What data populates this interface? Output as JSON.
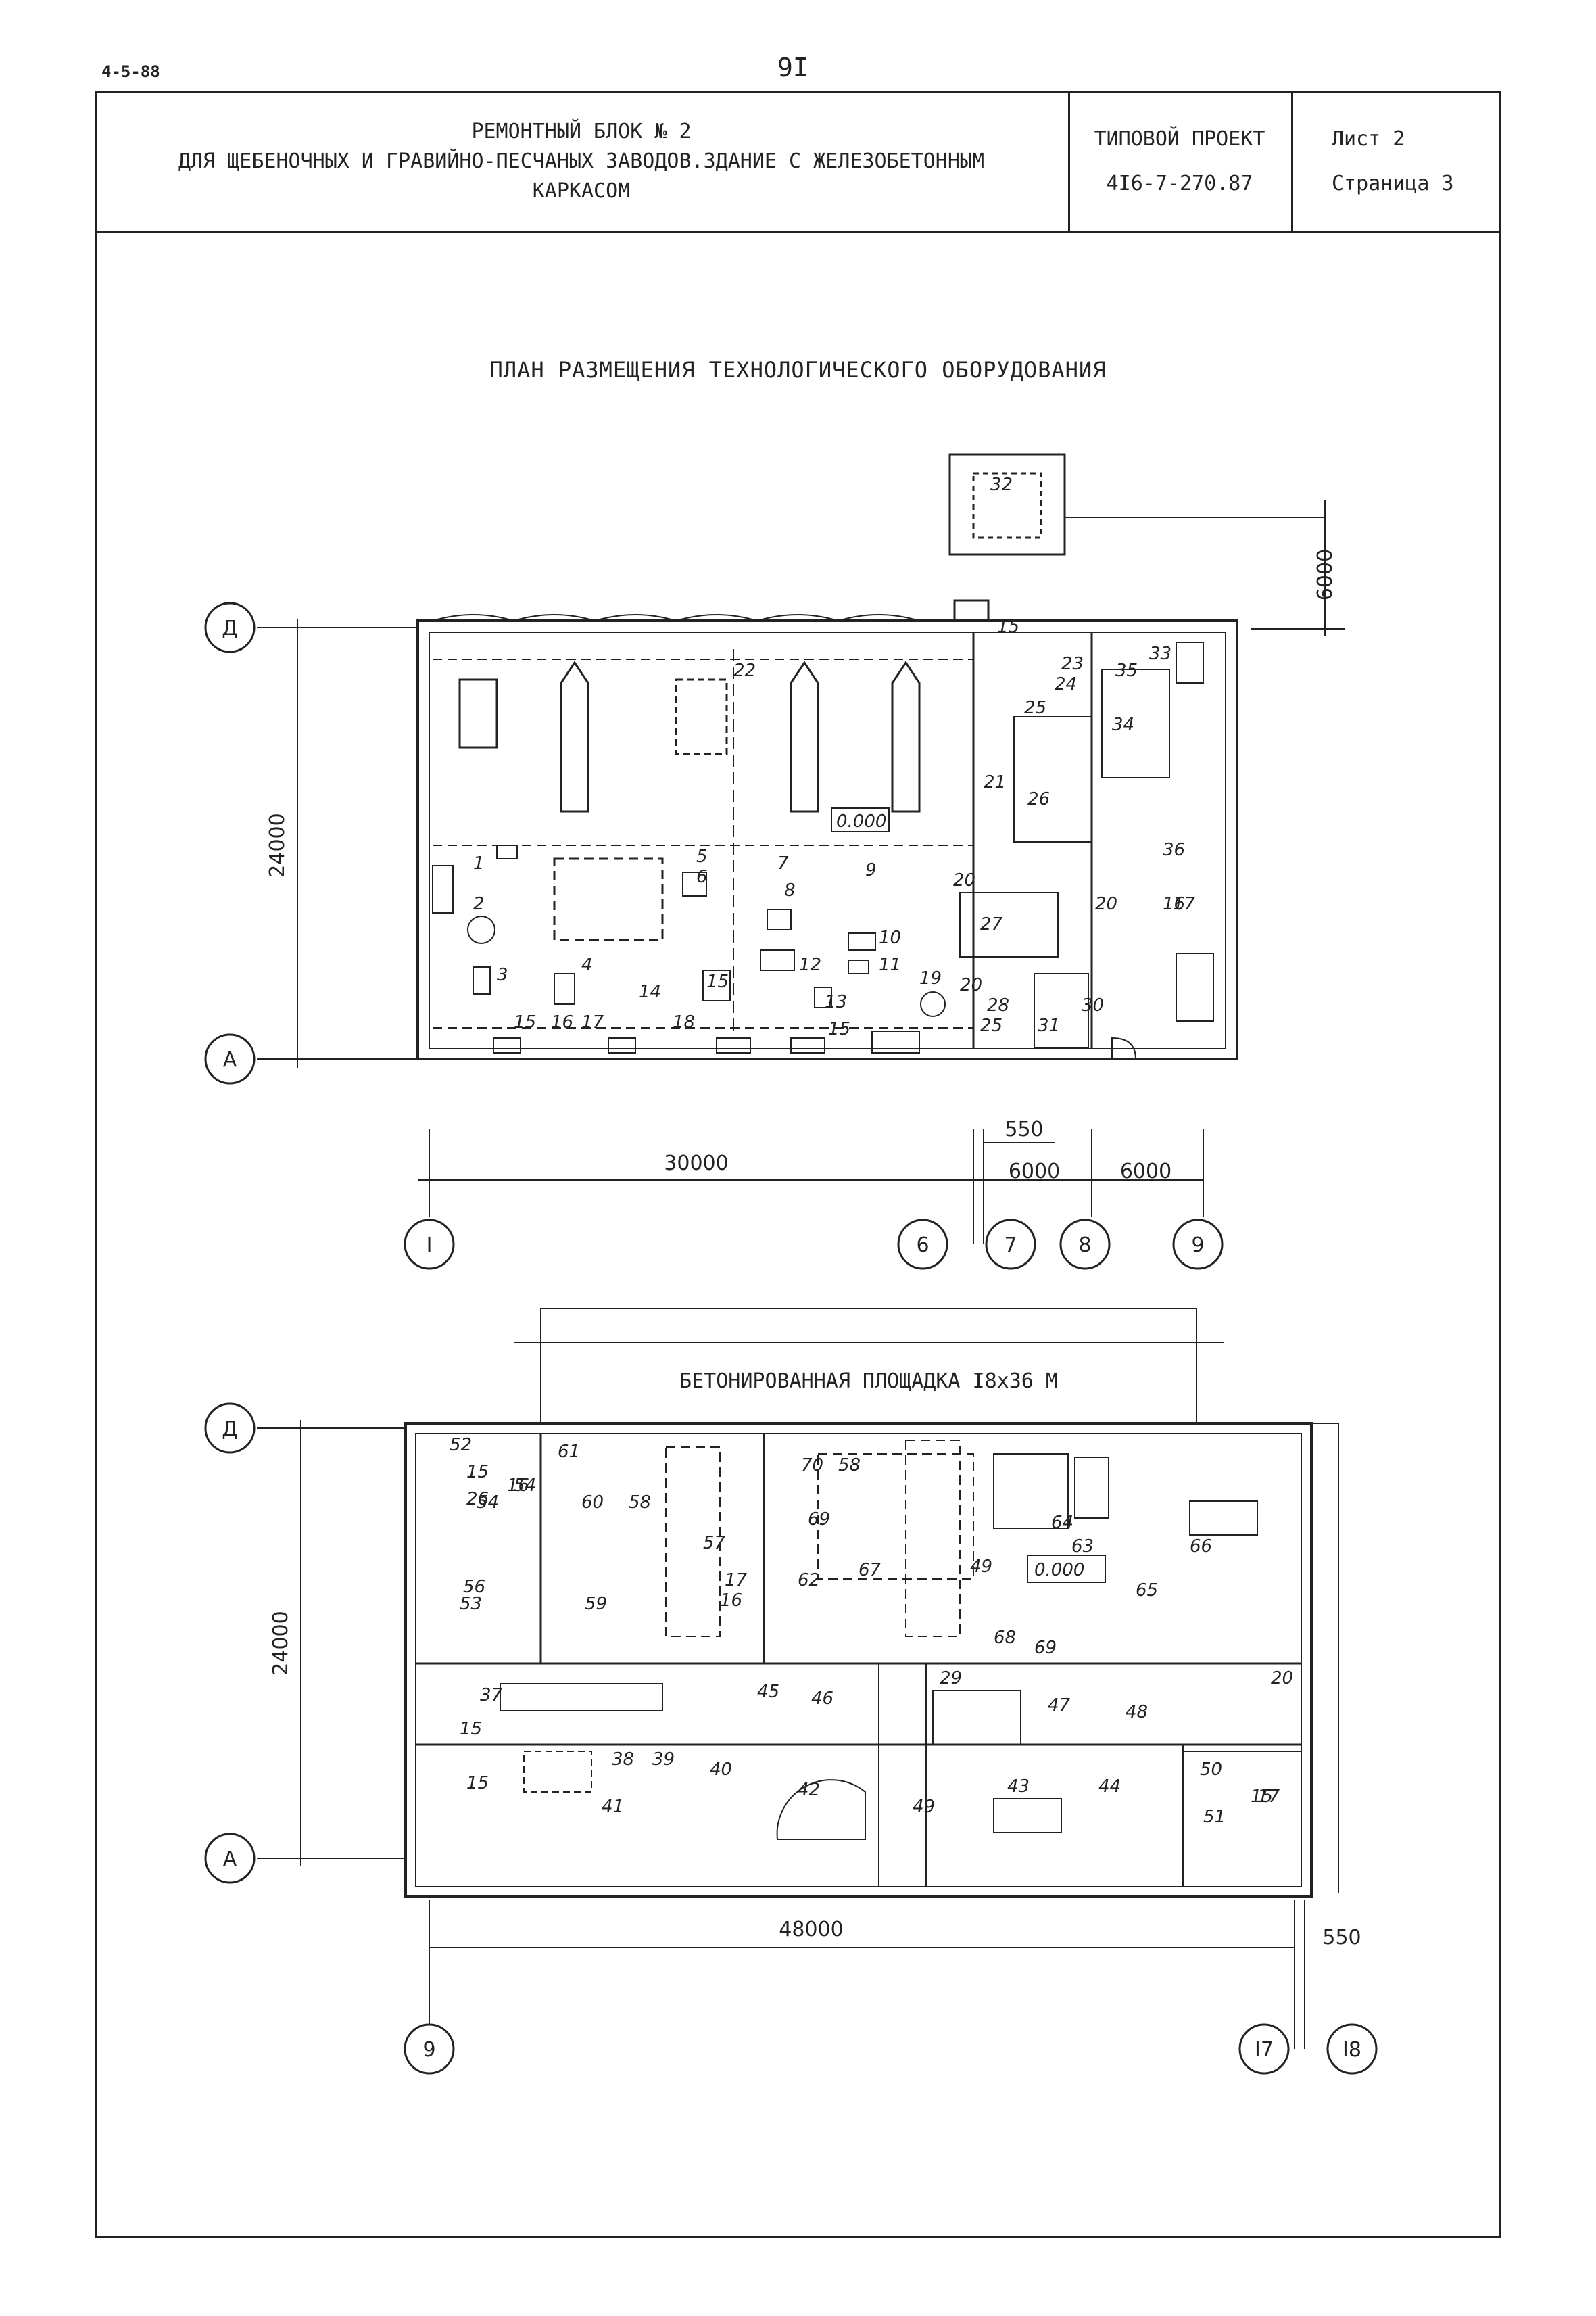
{
  "header": {
    "doc_code": "4-5-88",
    "page_number": "9I",
    "title_line1": "РЕМОНТНЫЙ БЛОК № 2",
    "title_line2": "ДЛЯ ЩЕБЕНОЧНЫХ И ГРАВИЙНО-ПЕСЧАНЫХ ЗАВОДОВ.ЗДАНИЕ С ЖЕЛЕЗОБЕТОННЫМ",
    "title_line3": "КАРКАСОМ",
    "project_label": "ТИПОВОЙ ПРОЕКТ",
    "project_number": "4I6-7-270.87",
    "sheet": "Лист 2",
    "page": "Страница 3"
  },
  "drawing": {
    "title": "ПЛАН РАЗМЕЩЕНИЯ ТЕХНОЛОГИЧЕСКОГО ОБОРУДОВАНИЯ",
    "level_mark": "0.000",
    "plan1": {
      "axes_rows": [
        "Д",
        "А"
      ],
      "axes_cols": [
        "I",
        "6",
        "7",
        "8",
        "9"
      ],
      "dim_height": "24000",
      "dim_total": "30000",
      "dim_gap": "550",
      "dim_bay1": "6000",
      "dim_bay2": "6000",
      "dim_annex": "6000",
      "equipment_labels": [
        "1",
        "2",
        "3",
        "4",
        "5",
        "6",
        "7",
        "8",
        "9",
        "10",
        "11",
        "12",
        "13",
        "14",
        "15",
        "15",
        "15",
        "15",
        "16",
        "16",
        "17",
        "17",
        "18",
        "19",
        "20",
        "20",
        "20",
        "21",
        "22",
        "23",
        "24",
        "25",
        "25",
        "26",
        "27",
        "28",
        "30",
        "31",
        "32",
        "33",
        "34",
        "35",
        "36"
      ]
    },
    "plan2": {
      "axes_rows": [
        "Д",
        "А"
      ],
      "axes_cols": [
        "9",
        "I7",
        "I8"
      ],
      "dim_height": "24000",
      "dim_total": "48000",
      "dim_gap": "550",
      "site_label": "БЕТОНИРОВАННАЯ ПЛОЩАДКА I8х36 М",
      "equipment_labels": [
        "15",
        "15",
        "15",
        "15",
        "16",
        "16",
        "17",
        "17",
        "20",
        "26",
        "29",
        "37",
        "38",
        "39",
        "40",
        "41",
        "42",
        "43",
        "44",
        "45",
        "46",
        "47",
        "48",
        "49",
        "49",
        "50",
        "51",
        "52",
        "53",
        "54",
        "54",
        "56",
        "57",
        "58",
        "58",
        "59",
        "60",
        "61",
        "62",
        "63",
        "64",
        "65",
        "66",
        "67",
        "68",
        "69",
        "69",
        "70"
      ]
    }
  }
}
